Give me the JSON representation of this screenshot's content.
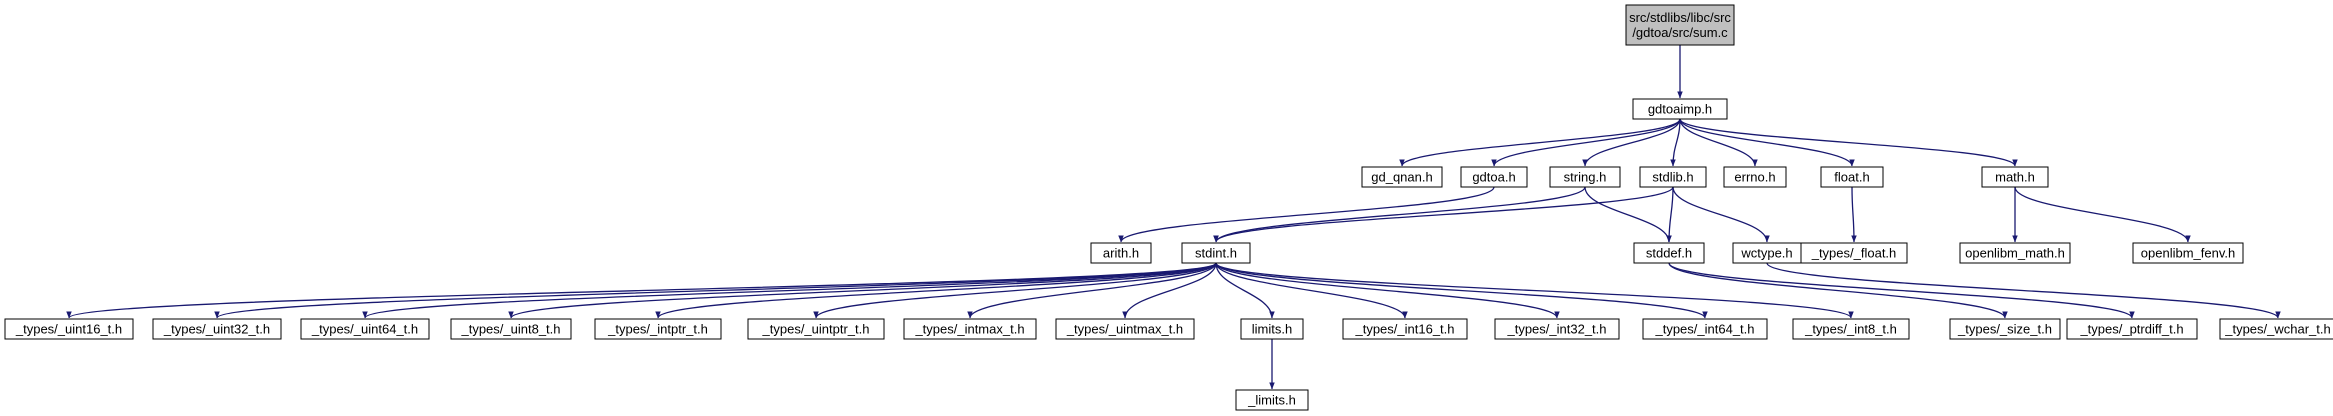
{
  "colors": {
    "edge": "#191970",
    "root_fill": "#bfbfbf",
    "node_fill": "#ffffff",
    "node_border": "#000000"
  },
  "nodes": [
    {
      "id": "sum_c",
      "label_lines": [
        "src/stdlibs/libc/src",
        "/gdtoa/src/sum.c"
      ],
      "root": true
    },
    {
      "id": "gdtoaimp_h",
      "label_lines": [
        "gdtoaimp.h"
      ]
    },
    {
      "id": "gd_qnan_h",
      "label_lines": [
        "gd_qnan.h"
      ]
    },
    {
      "id": "gdtoa_h",
      "label_lines": [
        "gdtoa.h"
      ]
    },
    {
      "id": "string_h",
      "label_lines": [
        "string.h"
      ]
    },
    {
      "id": "stdlib_h",
      "label_lines": [
        "stdlib.h"
      ]
    },
    {
      "id": "errno_h",
      "label_lines": [
        "errno.h"
      ]
    },
    {
      "id": "float_h",
      "label_lines": [
        "float.h"
      ]
    },
    {
      "id": "math_h",
      "label_lines": [
        "math.h"
      ]
    },
    {
      "id": "arith_h",
      "label_lines": [
        "arith.h"
      ]
    },
    {
      "id": "stdint_h",
      "label_lines": [
        "stdint.h"
      ]
    },
    {
      "id": "stddef_h",
      "label_lines": [
        "stddef.h"
      ]
    },
    {
      "id": "wctype_h",
      "label_lines": [
        "wctype.h"
      ]
    },
    {
      "id": "types_float_h",
      "label_lines": [
        "_types/_float.h"
      ]
    },
    {
      "id": "openlibm_math_h",
      "label_lines": [
        "openlibm_math.h"
      ]
    },
    {
      "id": "openlibm_fenv_h",
      "label_lines": [
        "openlibm_fenv.h"
      ]
    },
    {
      "id": "types_uint16_t_h",
      "label_lines": [
        "_types/_uint16_t.h"
      ]
    },
    {
      "id": "types_uint32_t_h",
      "label_lines": [
        "_types/_uint32_t.h"
      ]
    },
    {
      "id": "types_uint64_t_h",
      "label_lines": [
        "_types/_uint64_t.h"
      ]
    },
    {
      "id": "types_uint8_t_h",
      "label_lines": [
        "_types/_uint8_t.h"
      ]
    },
    {
      "id": "types_intptr_t_h",
      "label_lines": [
        "_types/_intptr_t.h"
      ]
    },
    {
      "id": "types_uintptr_t_h",
      "label_lines": [
        "_types/_uintptr_t.h"
      ]
    },
    {
      "id": "types_intmax_t_h",
      "label_lines": [
        "_types/_intmax_t.h"
      ]
    },
    {
      "id": "types_uintmax_t_h",
      "label_lines": [
        "_types/_uintmax_t.h"
      ]
    },
    {
      "id": "limits_h",
      "label_lines": [
        "limits.h"
      ]
    },
    {
      "id": "types_int16_t_h",
      "label_lines": [
        "_types/_int16_t.h"
      ]
    },
    {
      "id": "types_int32_t_h",
      "label_lines": [
        "_types/_int32_t.h"
      ]
    },
    {
      "id": "types_int64_t_h",
      "label_lines": [
        "_types/_int64_t.h"
      ]
    },
    {
      "id": "types_int8_t_h",
      "label_lines": [
        "_types/_int8_t.h"
      ]
    },
    {
      "id": "types_size_t_h",
      "label_lines": [
        "_types/_size_t.h"
      ]
    },
    {
      "id": "types_ptrdiff_t_h",
      "label_lines": [
        "_types/_ptrdiff_t.h"
      ]
    },
    {
      "id": "types_wchar_t_h",
      "label_lines": [
        "_types/_wchar_t.h"
      ]
    },
    {
      "id": "limits_internal_h",
      "label_lines": [
        "_limits.h"
      ]
    }
  ],
  "edges": [
    [
      "sum_c",
      "gdtoaimp_h"
    ],
    [
      "gdtoaimp_h",
      "gd_qnan_h"
    ],
    [
      "gdtoaimp_h",
      "gdtoa_h"
    ],
    [
      "gdtoaimp_h",
      "string_h"
    ],
    [
      "gdtoaimp_h",
      "stdlib_h"
    ],
    [
      "gdtoaimp_h",
      "errno_h"
    ],
    [
      "gdtoaimp_h",
      "float_h"
    ],
    [
      "gdtoaimp_h",
      "math_h"
    ],
    [
      "gdtoa_h",
      "arith_h"
    ],
    [
      "string_h",
      "stdint_h"
    ],
    [
      "string_h",
      "stddef_h"
    ],
    [
      "stdlib_h",
      "stdint_h"
    ],
    [
      "stdlib_h",
      "stddef_h"
    ],
    [
      "stdlib_h",
      "wctype_h"
    ],
    [
      "float_h",
      "types_float_h"
    ],
    [
      "math_h",
      "openlibm_math_h"
    ],
    [
      "math_h",
      "openlibm_fenv_h"
    ],
    [
      "stdint_h",
      "types_uint16_t_h"
    ],
    [
      "stdint_h",
      "types_uint32_t_h"
    ],
    [
      "stdint_h",
      "types_uint64_t_h"
    ],
    [
      "stdint_h",
      "types_uint8_t_h"
    ],
    [
      "stdint_h",
      "types_intptr_t_h"
    ],
    [
      "stdint_h",
      "types_uintptr_t_h"
    ],
    [
      "stdint_h",
      "types_intmax_t_h"
    ],
    [
      "stdint_h",
      "types_uintmax_t_h"
    ],
    [
      "stdint_h",
      "limits_h"
    ],
    [
      "stdint_h",
      "types_int16_t_h"
    ],
    [
      "stdint_h",
      "types_int32_t_h"
    ],
    [
      "stdint_h",
      "types_int64_t_h"
    ],
    [
      "stdint_h",
      "types_int8_t_h"
    ],
    [
      "stddef_h",
      "types_size_t_h"
    ],
    [
      "stddef_h",
      "types_ptrdiff_t_h"
    ],
    [
      "wctype_h",
      "types_wchar_t_h"
    ],
    [
      "limits_h",
      "limits_internal_h"
    ]
  ]
}
